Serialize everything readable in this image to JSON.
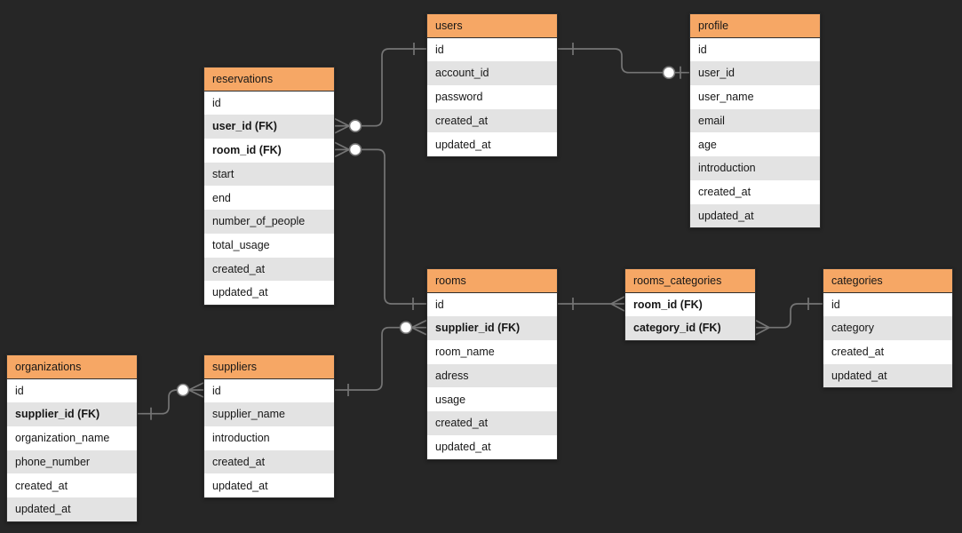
{
  "colors": {
    "background": "#262626",
    "accent": "#F6A765",
    "row_even": "#FFFFFF",
    "row_odd": "#E3E3E3",
    "line": "#757575",
    "border": "#2E2E2E",
    "text": "#171717"
  },
  "tables": [
    {
      "key": "users",
      "title": "users",
      "fields": [
        {
          "label": "id",
          "fk": false
        },
        {
          "label": "account_id",
          "fk": false
        },
        {
          "label": "password",
          "fk": false
        },
        {
          "label": "created_at",
          "fk": false
        },
        {
          "label": "updated_at",
          "fk": false
        }
      ]
    },
    {
      "key": "profile",
      "title": "profile",
      "fields": [
        {
          "label": "id",
          "fk": false
        },
        {
          "label": "user_id",
          "fk": false
        },
        {
          "label": "user_name",
          "fk": false
        },
        {
          "label": "email",
          "fk": false
        },
        {
          "label": "age",
          "fk": false
        },
        {
          "label": "introduction",
          "fk": false
        },
        {
          "label": "created_at",
          "fk": false
        },
        {
          "label": "updated_at",
          "fk": false
        }
      ]
    },
    {
      "key": "reservations",
      "title": "reservations",
      "fields": [
        {
          "label": "id",
          "fk": false
        },
        {
          "label": "user_id (FK)",
          "fk": true
        },
        {
          "label": "room_id (FK)",
          "fk": true
        },
        {
          "label": "start",
          "fk": false
        },
        {
          "label": "end",
          "fk": false
        },
        {
          "label": "number_of_people",
          "fk": false
        },
        {
          "label": "total_usage",
          "fk": false
        },
        {
          "label": "created_at",
          "fk": false
        },
        {
          "label": "updated_at",
          "fk": false
        }
      ]
    },
    {
      "key": "rooms",
      "title": "rooms",
      "fields": [
        {
          "label": "id",
          "fk": false
        },
        {
          "label": "supplier_id (FK)",
          "fk": true
        },
        {
          "label": "room_name",
          "fk": false
        },
        {
          "label": "adress",
          "fk": false
        },
        {
          "label": "usage",
          "fk": false
        },
        {
          "label": "created_at",
          "fk": false
        },
        {
          "label": "updated_at",
          "fk": false
        }
      ]
    },
    {
      "key": "rooms_categories",
      "title": "rooms_categories",
      "fields": [
        {
          "label": "room_id (FK)",
          "fk": true
        },
        {
          "label": "category_id (FK)",
          "fk": true
        }
      ]
    },
    {
      "key": "categories",
      "title": "categories",
      "fields": [
        {
          "label": "id",
          "fk": false
        },
        {
          "label": "category",
          "fk": false
        },
        {
          "label": "created_at",
          "fk": false
        },
        {
          "label": "updated_at",
          "fk": false
        }
      ]
    },
    {
      "key": "organizations",
      "title": "organizations",
      "fields": [
        {
          "label": "id",
          "fk": false
        },
        {
          "label": "supplier_id (FK)",
          "fk": true
        },
        {
          "label": "organization_name",
          "fk": false
        },
        {
          "label": "phone_number",
          "fk": false
        },
        {
          "label": "created_at",
          "fk": false
        },
        {
          "label": "updated_at",
          "fk": false
        }
      ]
    },
    {
      "key": "suppliers",
      "title": "suppliers",
      "fields": [
        {
          "label": "id",
          "fk": false
        },
        {
          "label": "supplier_name",
          "fk": false
        },
        {
          "label": "introduction",
          "fk": false
        },
        {
          "label": "created_at",
          "fk": false
        },
        {
          "label": "updated_at",
          "fk": false
        }
      ]
    }
  ],
  "relations": [
    {
      "name": "reservations-users",
      "from": "reservations.user_id (FK)",
      "to": "users.id",
      "from_cardinality": "zero-or-many",
      "to_cardinality": "one"
    },
    {
      "name": "reservations-rooms",
      "from": "reservations.room_id (FK)",
      "to": "rooms.id",
      "from_cardinality": "zero-or-many",
      "to_cardinality": "one"
    },
    {
      "name": "users-profile",
      "from": "users.id",
      "to": "profile.user_id",
      "from_cardinality": "one",
      "to_cardinality": "zero-or-one"
    },
    {
      "name": "rooms-rooms_categories",
      "from": "rooms.id",
      "to": "rooms_categories.room_id (FK)",
      "from_cardinality": "one",
      "to_cardinality": "many"
    },
    {
      "name": "rooms_categories-categories",
      "from": "rooms_categories.category_id (FK)",
      "to": "categories.id",
      "from_cardinality": "many",
      "to_cardinality": "one"
    },
    {
      "name": "suppliers-rooms",
      "from": "suppliers.id",
      "to": "rooms.supplier_id (FK)",
      "from_cardinality": "one",
      "to_cardinality": "zero-or-many"
    },
    {
      "name": "organizations-suppliers",
      "from": "organizations.supplier_id (FK)",
      "to": "suppliers.id",
      "from_cardinality": "one",
      "to_cardinality": "zero-or-many"
    }
  ]
}
